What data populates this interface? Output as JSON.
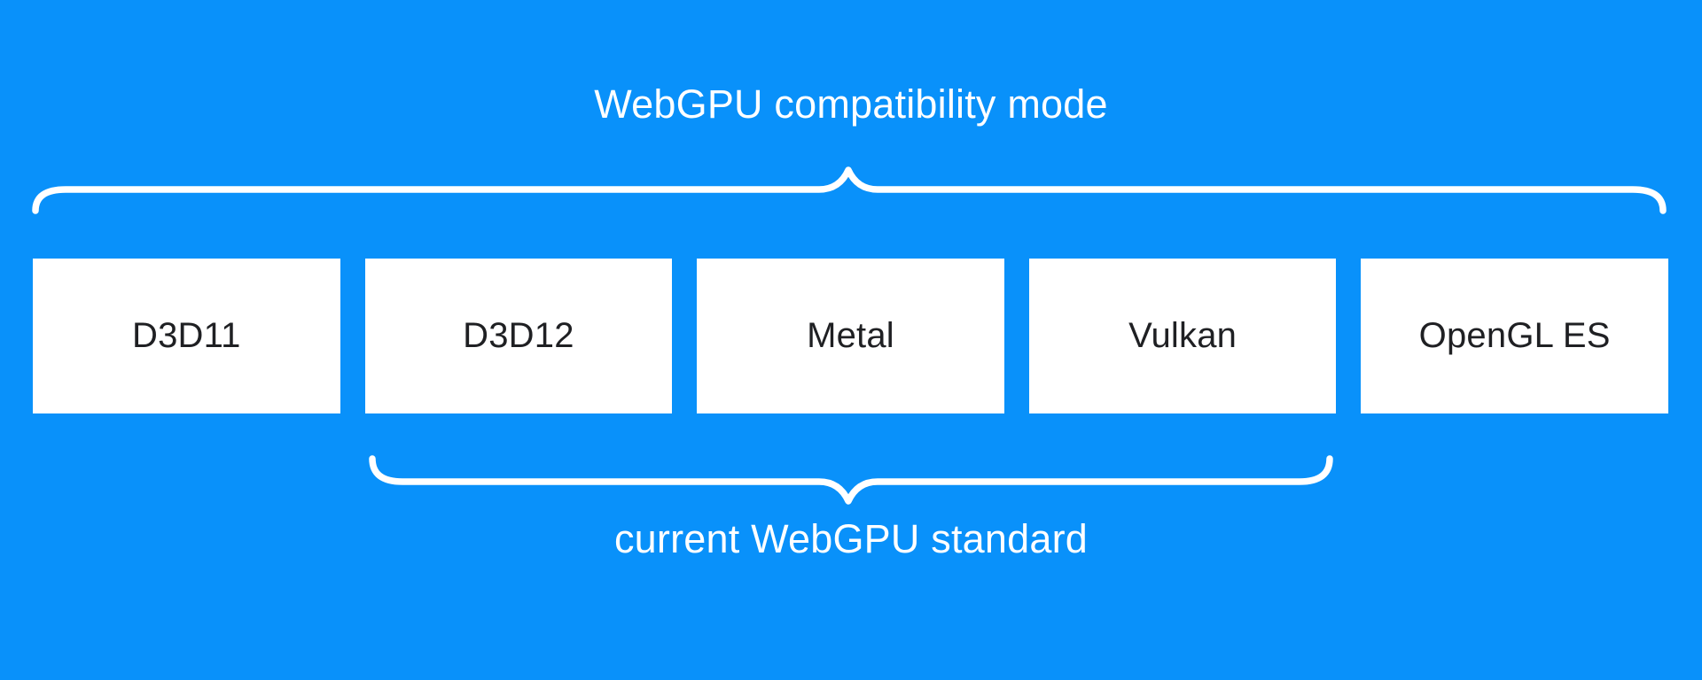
{
  "diagram": {
    "title": "WebGPU compatibility mode",
    "subtitle": "current WebGPU standard",
    "colors": {
      "background": "#0991fa",
      "box_background": "#ffffff",
      "box_text": "#1f2023",
      "caption_text": "#ffffff",
      "brace": "#ffffff"
    },
    "top_brace": {
      "label": "WebGPU compatibility mode",
      "spans": [
        "D3D11",
        "D3D12",
        "Metal",
        "Vulkan",
        "OpenGL ES"
      ]
    },
    "bottom_brace": {
      "label": "current WebGPU standard",
      "spans": [
        "D3D12",
        "Metal",
        "Vulkan"
      ]
    },
    "boxes": [
      {
        "label": "D3D11"
      },
      {
        "label": "D3D12"
      },
      {
        "label": "Metal"
      },
      {
        "label": "Vulkan"
      },
      {
        "label": "OpenGL ES"
      }
    ]
  }
}
